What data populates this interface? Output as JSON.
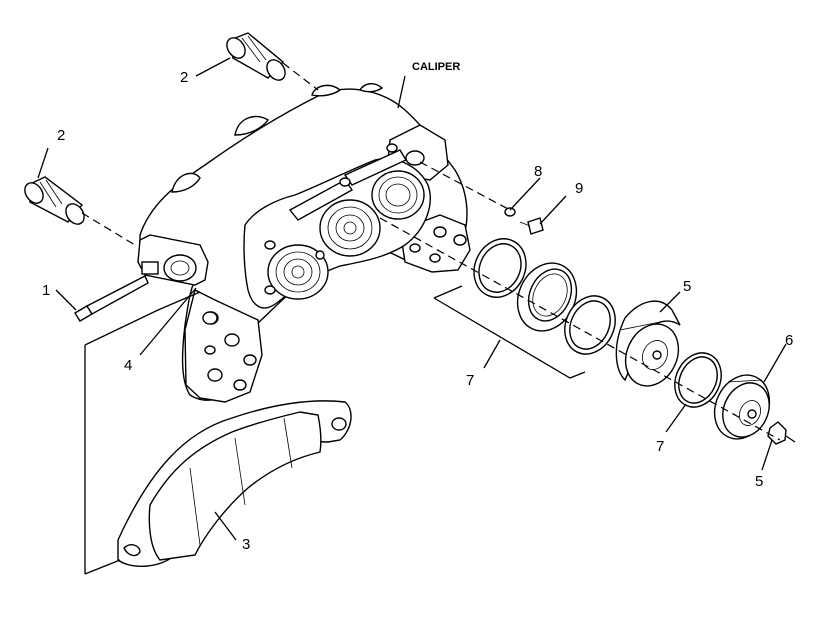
{
  "labels": {
    "caliper": "CALIPER",
    "n1": "1",
    "n2a": "2",
    "n2b": "2",
    "n3": "3",
    "n4": "4",
    "n5a": "5",
    "n5b": "5",
    "n6": "6",
    "n7a": "7",
    "n7b": "7",
    "n8": "8",
    "n9": "9"
  }
}
